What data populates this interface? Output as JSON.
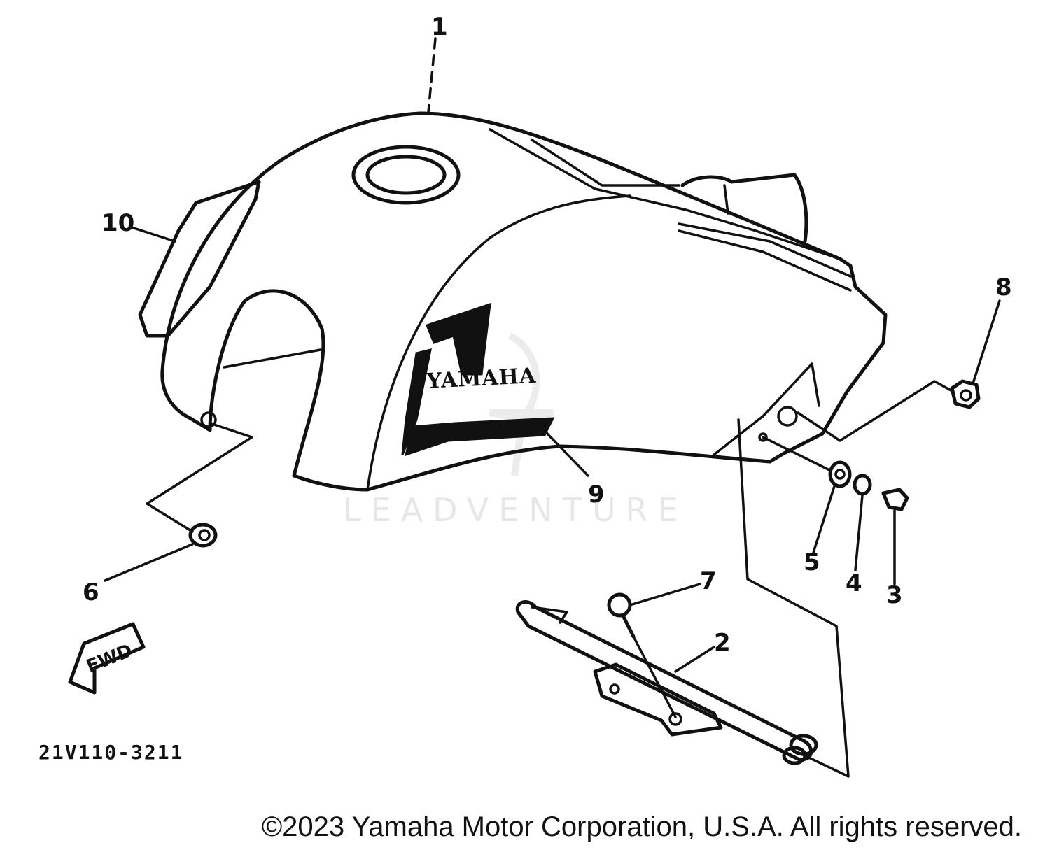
{
  "watermark": "LEADVENTURE",
  "decal_text": "YAMAHA",
  "fwd_label": "FWD",
  "diagram_code": "21V110-3211",
  "copyright": "©2023 Yamaha Motor Corporation, U.S.A. All rights reserved.",
  "callouts": [
    {
      "id": "1",
      "label": "1"
    },
    {
      "id": "2",
      "label": "2"
    },
    {
      "id": "3",
      "label": "3"
    },
    {
      "id": "4",
      "label": "4"
    },
    {
      "id": "5",
      "label": "5"
    },
    {
      "id": "6",
      "label": "6"
    },
    {
      "id": "7",
      "label": "7"
    },
    {
      "id": "8",
      "label": "8"
    },
    {
      "id": "9",
      "label": "9"
    },
    {
      "id": "10",
      "label": "10"
    }
  ]
}
